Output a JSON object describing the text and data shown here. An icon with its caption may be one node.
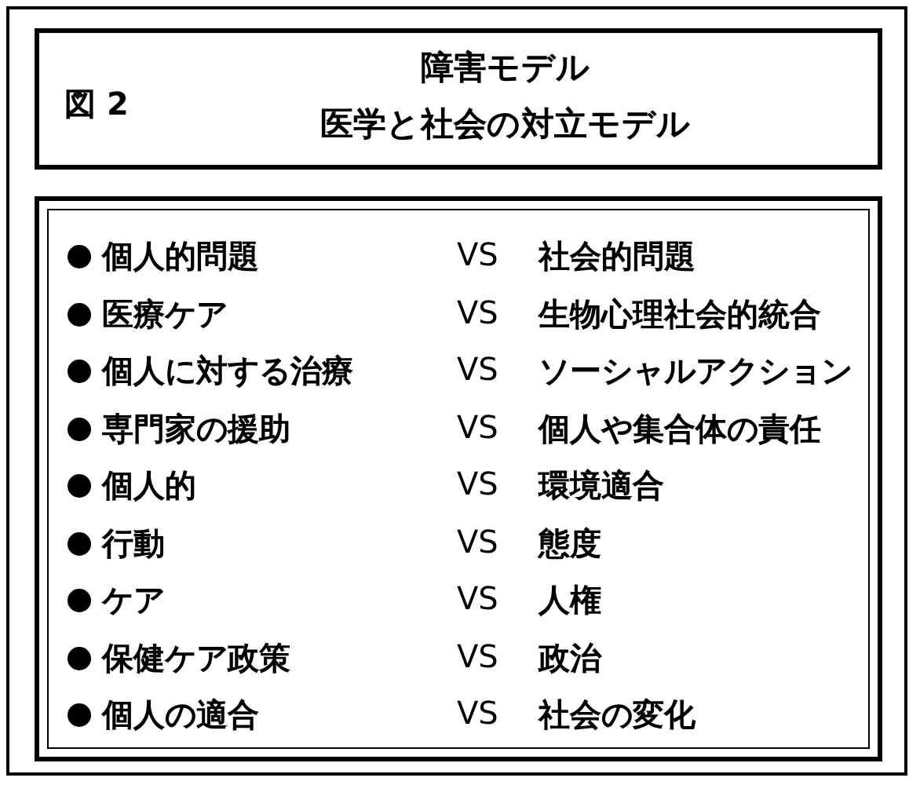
{
  "diagram": {
    "nodes": [
      {
        "text": [
          "図 2",
          "障害モデル",
          "医学と社会の対立モデル"
        ]
      }
    ],
    "labels": [
      "個人的問題",
      "VS",
      "社会的問題",
      "医療ケア",
      "VS",
      "生物心理社会的統合",
      "個人に対する治療",
      "VS",
      "ソーシャルアクション",
      "専門家の援助",
      "VS",
      "個人や集合体の責任",
      "個人的",
      "VS",
      "環境適合",
      "行動",
      "VS",
      "態度",
      "ケア",
      "VS",
      "人権",
      "保健ケア政策",
      "VS",
      "政治",
      "個人の適合",
      "VS",
      "社会の変化"
    ]
  }
}
